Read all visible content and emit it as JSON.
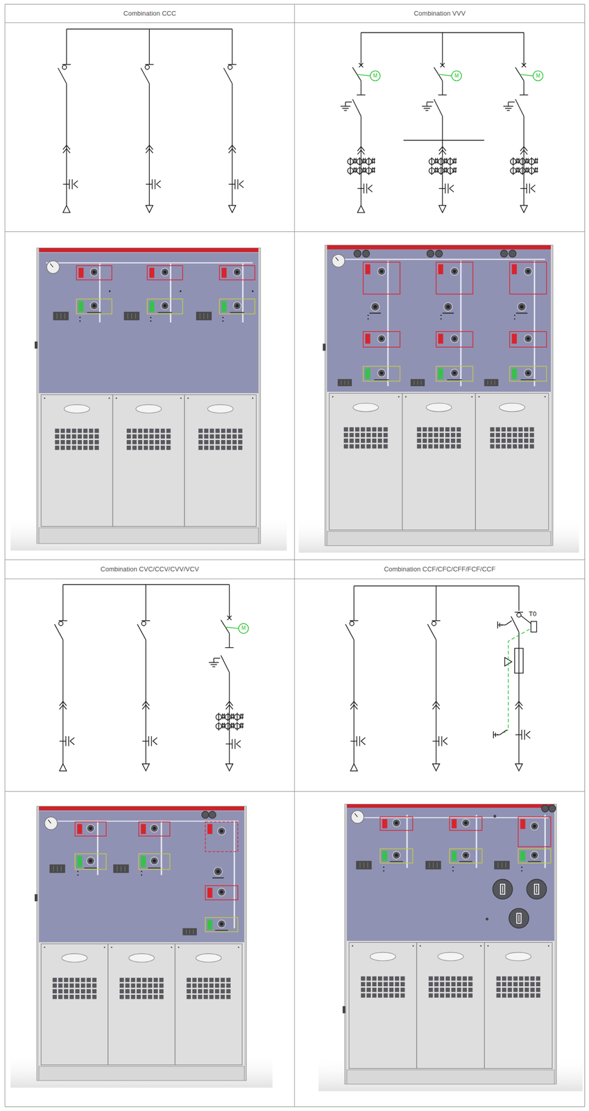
{
  "diagram": {
    "labels": [
      "Combination CCC",
      "Combination VVV",
      "M",
      "M",
      "M",
      "Combination CVC/CCV/CVV/VCV",
      "Combination CCF/CFC/CFF/FCF/CCF",
      "M",
      "T0"
    ]
  }
}
